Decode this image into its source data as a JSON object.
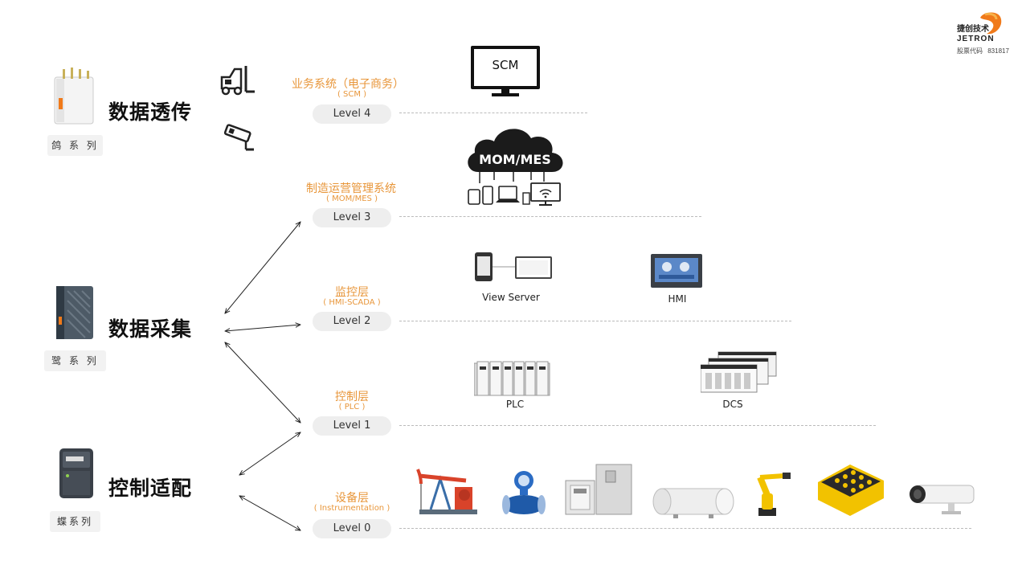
{
  "brand": {
    "name_cn": "捷创技术",
    "name_en": "JETRON",
    "stock_label": "股票代码",
    "stock_code": "831817",
    "accent": "#f07a1a"
  },
  "categories": [
    {
      "title": "数据透传",
      "series": "鸽 系 列"
    },
    {
      "title": "数据采集",
      "series": "鹭 系 列"
    },
    {
      "title": "控制适配",
      "series": "蝶系列"
    }
  ],
  "levels": [
    {
      "name": "业务系统（电子商务）",
      "sub": "( SCM )",
      "pill": "Level 4"
    },
    {
      "name": "制造运营管理系统",
      "sub": "( MOM/MES )",
      "pill": "Level 3"
    },
    {
      "name": "监控层",
      "sub": "( HMI-SCADA )",
      "pill": "Level 2"
    },
    {
      "name": "控制层",
      "sub": "( PLC )",
      "pill": "Level 1"
    },
    {
      "name": "设备层",
      "sub": "( Instrumentation )",
      "pill": "Level 0"
    }
  ],
  "devices": {
    "scm_monitor": "SCM",
    "mes_cloud": "MOM/MES",
    "view_server": "View Server",
    "hmi": "HMI",
    "plc": "PLC",
    "dcs": "DCS"
  },
  "icons": [
    "forklift-icon",
    "cctv-camera-icon",
    "wifi-icon"
  ],
  "colors": {
    "level_text": "#e8963a",
    "pill_bg": "#eeeeee",
    "dashed_line": "#bbbbbb"
  }
}
